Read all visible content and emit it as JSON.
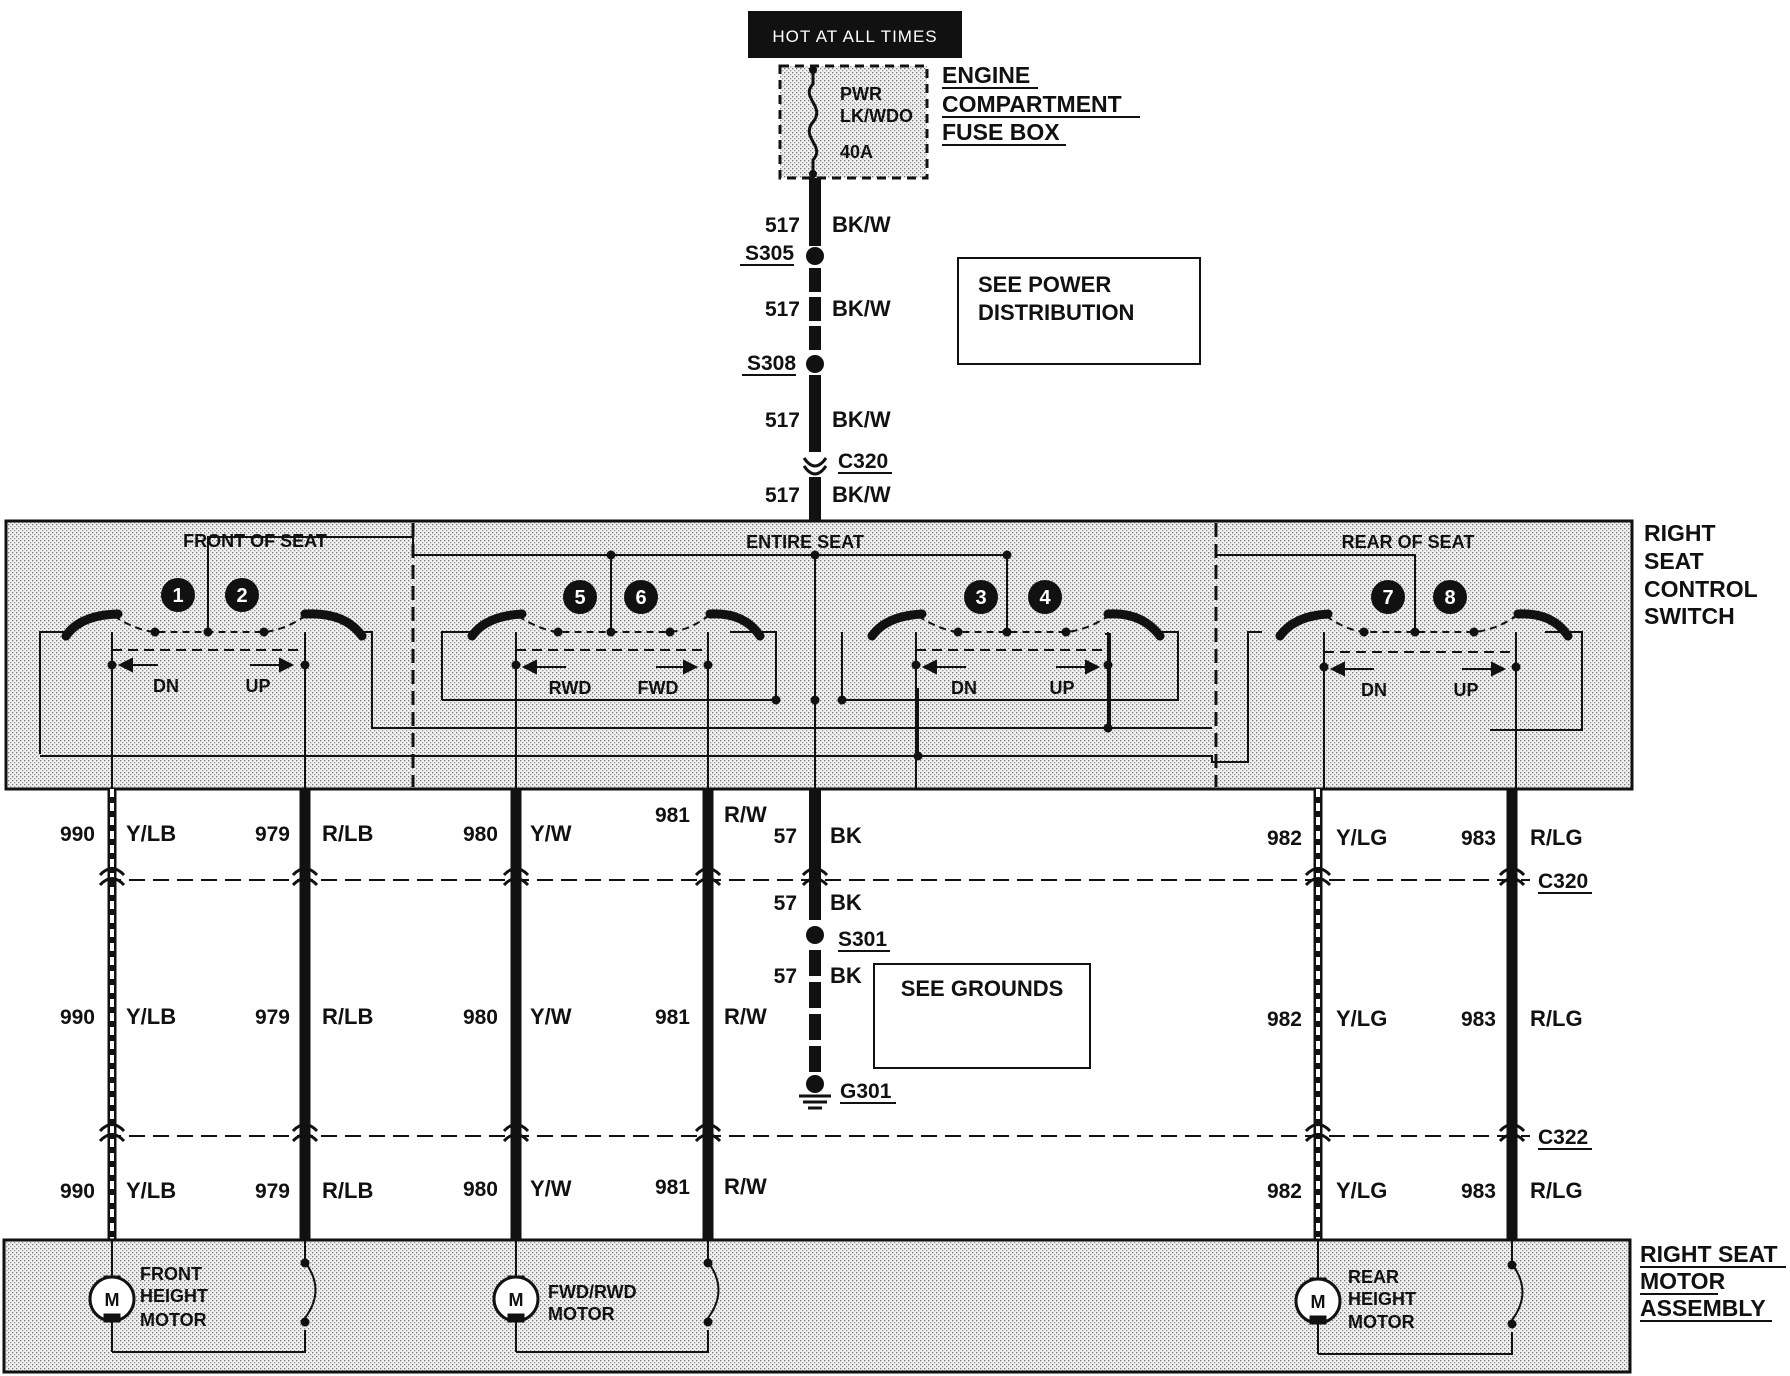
{
  "power": {
    "hot_label": "HOT AT ALL TIMES",
    "fuse_line1": "PWR",
    "fuse_line2": "LK/WDO",
    "fuse_line3": "40A",
    "fusebox_line1": "ENGINE",
    "fusebox_line2": "COMPARTMENT",
    "fusebox_line3": "FUSE BOX"
  },
  "feed": {
    "circuit": "517",
    "color": "BK/W",
    "splice1": "S305",
    "splice2": "S308",
    "connector": "C320"
  },
  "note_power": {
    "line1": "SEE POWER",
    "line2": "DISTRIBUTION"
  },
  "switch": {
    "title_line1": "RIGHT",
    "title_line2": "SEAT",
    "title_line3": "CONTROL",
    "title_line4": "SWITCH",
    "section_front": "FRONT OF SEAT",
    "section_entire": "ENTIRE   SEAT",
    "section_rear": "REAR OF SEAT",
    "dn": "DN",
    "up": "UP",
    "rwd": "RWD",
    "fwd": "FWD",
    "contacts": [
      "1",
      "2",
      "5",
      "6",
      "3",
      "4",
      "7",
      "8"
    ]
  },
  "wires": {
    "w990": {
      "num": "990",
      "color": "Y/LB"
    },
    "w979": {
      "num": "979",
      "color": "R/LB"
    },
    "w980": {
      "num": "980",
      "color": "Y/W"
    },
    "w981": {
      "num": "981",
      "color": "R/W"
    },
    "w57": {
      "num": "57",
      "color": "BK"
    },
    "w982": {
      "num": "982",
      "color": "Y/LG"
    },
    "w983": {
      "num": "983",
      "color": "R/LG"
    }
  },
  "connectors": {
    "c320": "C320",
    "c322": "C322"
  },
  "ground": {
    "splice": "S301",
    "point": "G301"
  },
  "note_grounds": "SEE GROUNDS",
  "motors": {
    "title_line1": "RIGHT SEAT",
    "title_line2": "MOTOR",
    "title_line3": "ASSEMBLY",
    "m_symbol": "M",
    "front_line1": "FRONT",
    "front_line2": "HEIGHT",
    "front_line3": "MOTOR",
    "fwd_line1": "FWD/RWD",
    "fwd_line2": "MOTOR",
    "rear_line1": "REAR",
    "rear_line2": "HEIGHT",
    "rear_line3": "MOTOR"
  }
}
